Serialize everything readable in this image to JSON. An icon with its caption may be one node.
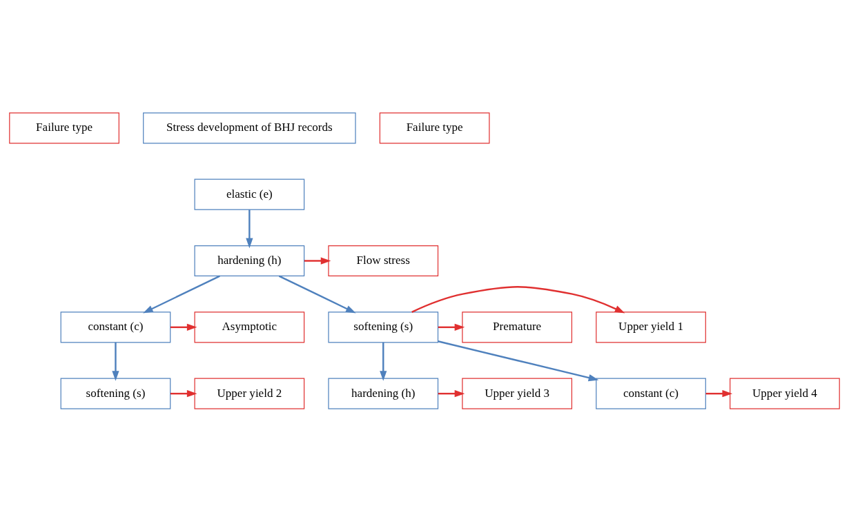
{
  "diagram": {
    "nodes": [
      {
        "text": [
          "Failure type"
        ]
      },
      {
        "text": [
          "Stress development of BHJ records"
        ]
      },
      {
        "text": [
          "Failure type"
        ]
      },
      {
        "text": [
          "elastic (e)"
        ]
      },
      {
        "text": [
          "hardening (h)"
        ]
      },
      {
        "text": [
          "Flow stress"
        ]
      },
      {
        "text": [
          "Asymptotic"
        ]
      },
      {
        "text": [
          "constant (c)"
        ]
      },
      {
        "text": [
          "softening (s)"
        ]
      },
      {
        "text": [
          "Upper yield 1"
        ]
      },
      {
        "text": [
          "Premature"
        ]
      },
      {
        "text": [
          "Upper yield 2"
        ]
      },
      {
        "text": [
          "softening (s)"
        ]
      },
      {
        "text": [
          "Upper yield 3"
        ]
      },
      {
        "text": [
          "hardening (h)"
        ]
      },
      {
        "text": [
          "constant (c)"
        ]
      },
      {
        "text": [
          "Upper yield 4"
        ]
      }
    ],
    "edges": [
      {
        "from": 3,
        "to": 4,
        "arrow": "to",
        "color": "#4f81bd"
      },
      {
        "from": 4,
        "to": 5,
        "arrow": "to"
      },
      {
        "from": 4,
        "to": 7,
        "arrow": "to",
        "color": "#4f81bd"
      },
      {
        "from": 4,
        "to": 8,
        "arrow": "to",
        "color": "#4f81bd"
      },
      {
        "from": 7,
        "to": 6,
        "arrow": "to"
      },
      {
        "from": 8,
        "to": 9,
        "arrow": "to"
      },
      {
        "from": 8,
        "to": 10,
        "arrow": "to"
      },
      {
        "from": 7,
        "to": 12,
        "arrow": "to",
        "color": "#4f81bd"
      },
      {
        "from": 12,
        "to": 11,
        "arrow": "to"
      },
      {
        "from": 8,
        "to": 14,
        "arrow": "to",
        "color": "#4f81bd"
      },
      {
        "from": 8,
        "to": 15,
        "arrow": "to",
        "color": "#4f81bd"
      },
      {
        "from": 14,
        "to": 13,
        "arrow": "to"
      },
      {
        "from": 15,
        "to": 16,
        "arrow": "to"
      }
    ]
  }
}
